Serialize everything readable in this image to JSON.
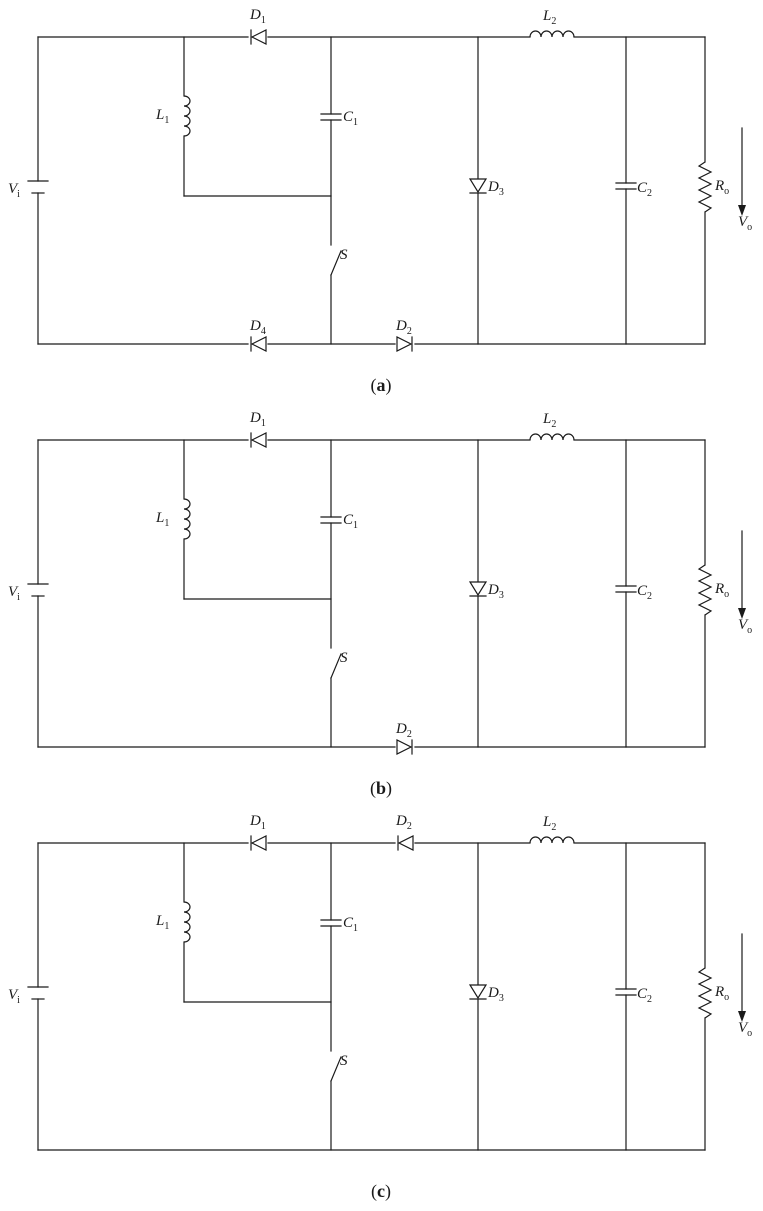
{
  "panels": [
    {
      "caption": "a",
      "labels": {
        "Vi": [
          "V",
          "i"
        ],
        "L1": [
          "L",
          "1"
        ],
        "D1": [
          "D",
          "1"
        ],
        "C1": [
          "C",
          "1"
        ],
        "S": [
          "S",
          ""
        ],
        "D4": [
          "D",
          "4"
        ],
        "D2": [
          "D",
          "2"
        ],
        "D3": [
          "D",
          "3"
        ],
        "L2": [
          "L",
          "2"
        ],
        "C2": [
          "C",
          "2"
        ],
        "Ro": [
          "R",
          "o"
        ],
        "Vo": [
          "V",
          "o"
        ]
      }
    },
    {
      "caption": "b",
      "labels": {
        "Vi": [
          "V",
          "i"
        ],
        "L1": [
          "L",
          "1"
        ],
        "D1": [
          "D",
          "1"
        ],
        "C1": [
          "C",
          "1"
        ],
        "S": [
          "S",
          ""
        ],
        "D2": [
          "D",
          "2"
        ],
        "D3": [
          "D",
          "3"
        ],
        "L2": [
          "L",
          "2"
        ],
        "C2": [
          "C",
          "2"
        ],
        "Ro": [
          "R",
          "o"
        ],
        "Vo": [
          "V",
          "o"
        ]
      }
    },
    {
      "caption": "c",
      "labels": {
        "Vi": [
          "V",
          "i"
        ],
        "L1": [
          "L",
          "1"
        ],
        "D1": [
          "D",
          "1"
        ],
        "D2": [
          "D",
          "2"
        ],
        "C1": [
          "C",
          "1"
        ],
        "S": [
          "S",
          ""
        ],
        "D3": [
          "D",
          "3"
        ],
        "L2": [
          "L",
          "2"
        ],
        "C2": [
          "C",
          "2"
        ],
        "Ro": [
          "R",
          "o"
        ],
        "Vo": [
          "V",
          "o"
        ]
      }
    }
  ]
}
